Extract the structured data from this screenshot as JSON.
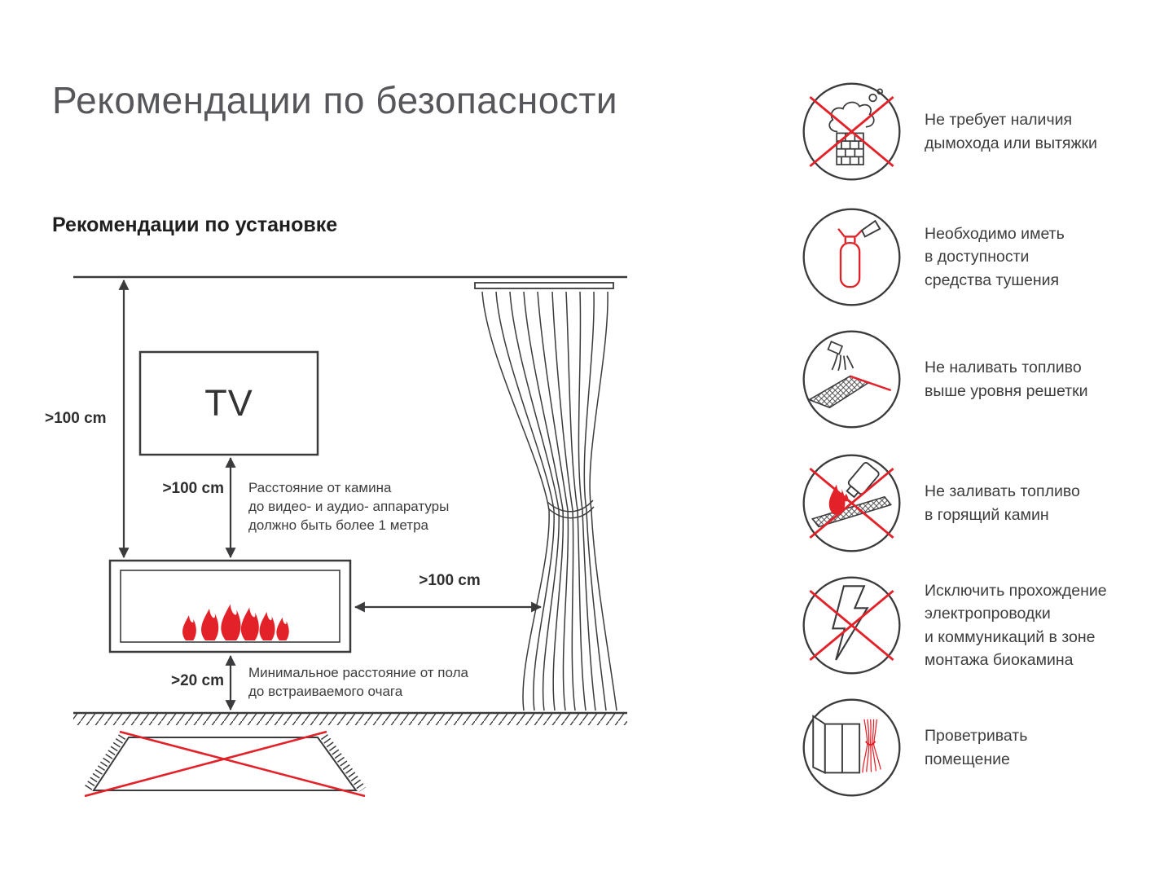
{
  "page": {
    "title": "Рекомендации по безопасности",
    "subtitle": "Рекомендации по установке"
  },
  "diagram": {
    "tv_label": "TV",
    "dim_ceiling_to_fireplace": ">100 cm",
    "dim_tv_to_fireplace": ">100 cm",
    "dim_fireplace_to_curtain": ">100 cm",
    "dim_floor_to_fireplace": ">20 cm",
    "note_equipment": "Расстояние от камина\nдо видео- и аудио- аппаратуры\nдолжно быть более 1 метра",
    "note_floor": "Минимальное расстояние от пола\nдо встраиваемого очага"
  },
  "colors": {
    "accent_red": "#e32128",
    "line_dark": "#3b3b3d",
    "title_gray": "#57575b"
  },
  "safety_items": [
    {
      "icon": "no-chimney-icon",
      "text": "Не требует наличия\nдымохода или вытяжки"
    },
    {
      "icon": "fire-extinguisher-icon",
      "text": "Необходимо иметь\nв доступности\nсредства тушения"
    },
    {
      "icon": "fuel-level-icon",
      "text": "Не наливать топливо\nвыше уровня решетки"
    },
    {
      "icon": "no-refuel-burning-icon",
      "text": "Не заливать топливо\nв горящий камин"
    },
    {
      "icon": "no-wiring-icon",
      "text": "Исключить прохождение\nэлектропроводки\nи коммуникаций в зоне\nмонтажа биокамина"
    },
    {
      "icon": "ventilate-icon",
      "text": "Проветривать\nпомещение"
    }
  ]
}
